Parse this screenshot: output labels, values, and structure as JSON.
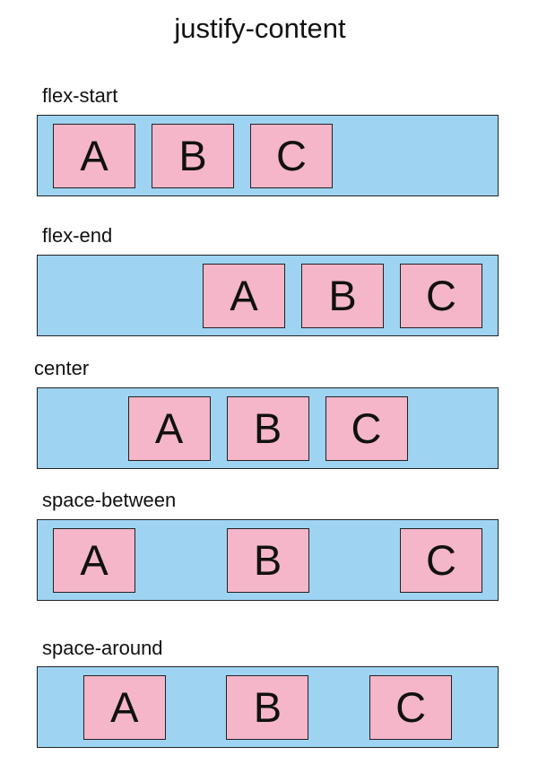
{
  "title": "justify-content",
  "colors": {
    "container_fill": "#9fd3f2",
    "item_fill": "#f4b6c8",
    "border": "#222222"
  },
  "sections": [
    {
      "label": "flex-start",
      "items": [
        "A",
        "B",
        "C"
      ]
    },
    {
      "label": "flex-end",
      "items": [
        "A",
        "B",
        "C"
      ]
    },
    {
      "label": "center",
      "items": [
        "A",
        "B",
        "C"
      ]
    },
    {
      "label": "space-between",
      "items": [
        "A",
        "B",
        "C"
      ]
    },
    {
      "label": "space-around",
      "items": [
        "A",
        "B",
        "C"
      ]
    }
  ]
}
